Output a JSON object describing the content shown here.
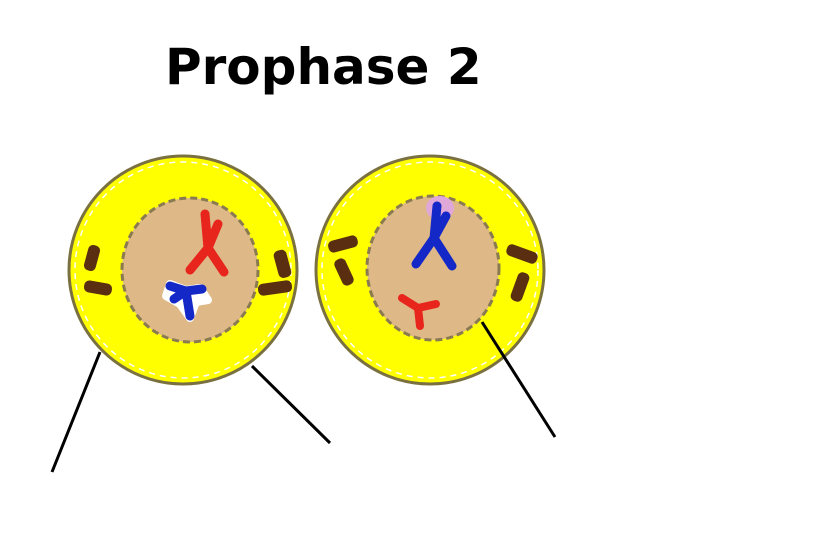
{
  "title": "Prophase 2",
  "colors": {
    "cytoplasm": "#ffff00",
    "nucleus": "#deb887",
    "cell_border": "#7a7040",
    "chromosome_red": "#e8251c",
    "chromosome_blue": "#1428c8",
    "centrosome": "#5a2e10",
    "label_line": "#000000"
  },
  "cells": [
    {
      "name": "left-cell"
    },
    {
      "name": "right-cell"
    }
  ],
  "label_lines": 3
}
